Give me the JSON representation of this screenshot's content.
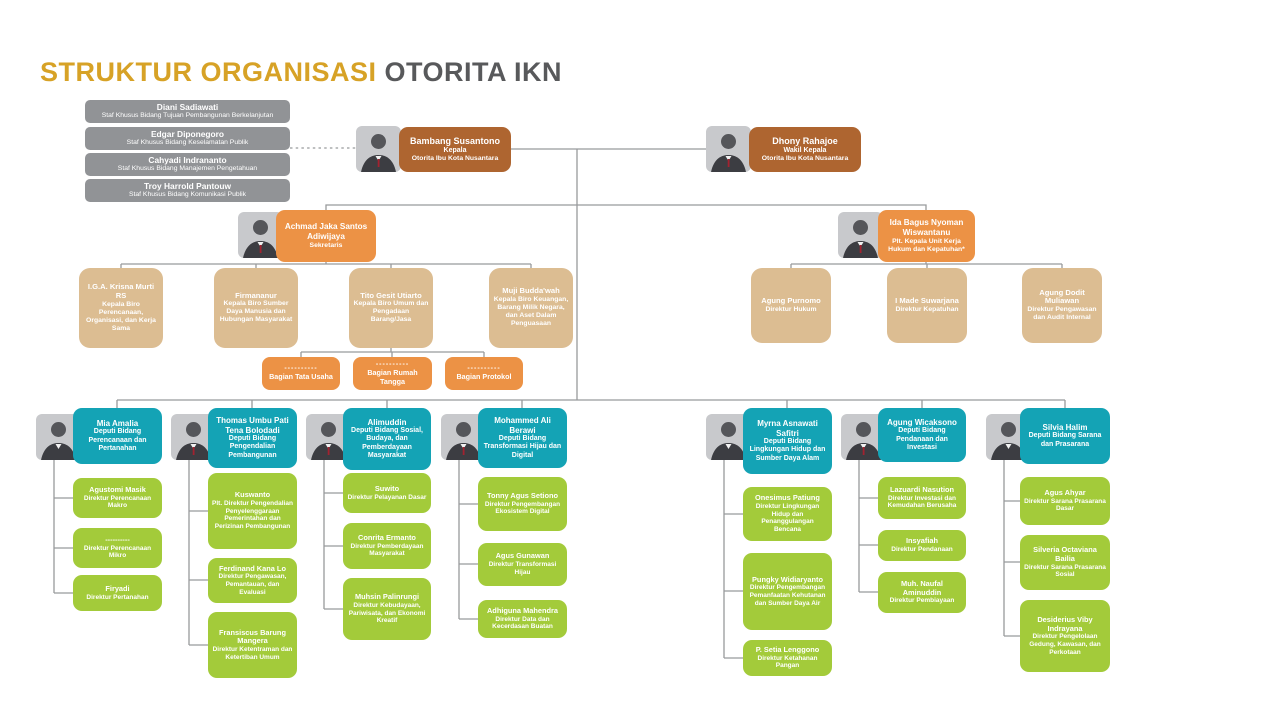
{
  "title": {
    "highlight": "STRUKTUR ORGANISASI",
    "rest": "OTORITA IKN"
  },
  "colors": {
    "title_gold": "#d7a226",
    "title_gray": "#58595b",
    "staff_gray": "#919396",
    "leader_brown": "#ae6530",
    "orange": "#ec9245",
    "tan": "#dcbd92",
    "teal": "#14a3b5",
    "green": "#a3cb3a",
    "line_gray": "#989a9c"
  },
  "staff_khusus": [
    {
      "name": "Diani Sadiawati",
      "title": "Staf Khusus Bidang Tujuan Pembangunan Berkelanjutan"
    },
    {
      "name": "Edgar Diponegoro",
      "title": "Staf Khusus Bidang Keselamatan Publik"
    },
    {
      "name": "Cahyadi Indrananto",
      "title": "Staf Khusus Bidang Manajemen Pengetahuan"
    },
    {
      "name": "Troy Harrold Pantouw",
      "title": "Staf Khusus Bidang Komunikasi Publik"
    }
  ],
  "leadership": [
    {
      "name": "Bambang Susantono",
      "title": "Kepala",
      "org": "Otorita Ibu Kota Nusantara"
    },
    {
      "name": "Dhony Rahajoe",
      "title": "Wakil Kepala",
      "org": "Otorita Ibu Kota Nusantara"
    }
  ],
  "sekretaris": {
    "name": "Achmad Jaka Santos Adiwijaya",
    "title": "Sekretaris"
  },
  "unit_hukum": {
    "name": "Ida Bagus Nyoman Wiswantanu",
    "title": "Plt. Kepala Unit Kerja Hukum dan Kepatuhan*"
  },
  "biro": [
    {
      "name": "I.G.A. Krisna Murti RS",
      "title": "Kepala Biro Perencanaan, Organisasi, dan Kerja Sama"
    },
    {
      "name": "Firmananur",
      "title": "Kepala Biro Sumber Daya Manusia dan Hubungan Masyarakat"
    },
    {
      "name": "Tito Gesit Utiarto",
      "title": "Kepala Biro Umum dan Pengadaan Barang/Jasa"
    },
    {
      "name": "Muji Budda'wah",
      "title": "Kepala Biro Keuangan, Barang Milik Negara, dan Aset Dalam Penguasaan"
    }
  ],
  "bagian": [
    {
      "name": "----------",
      "title": "Bagian Tata Usaha"
    },
    {
      "name": "----------",
      "title": "Bagian Rumah Tangga"
    },
    {
      "name": "----------",
      "title": "Bagian Protokol"
    }
  ],
  "hukum_directors": [
    {
      "name": "Agung Purnomo",
      "title": "Direktur Hukum"
    },
    {
      "name": "I Made Suwarjana",
      "title": "Direktur Kepatuhan"
    },
    {
      "name": "Agung Dodit Muliawan",
      "title": "Direktur Pengawasan dan Audit Internal"
    }
  ],
  "deputies": [
    {
      "name": "Mia Amalia",
      "title": "Deputi Bidang Perencanaan dan Pertanahan",
      "directors": [
        {
          "name": "Agustomi Masik",
          "title": "Direktur Perencanaan Makro"
        },
        {
          "name": "----------",
          "title": "Direktur Perencanaan Mikro"
        },
        {
          "name": "Firyadi",
          "title": "Direktur Pertanahan"
        }
      ]
    },
    {
      "name": "Thomas Umbu Pati Tena Bolodadi",
      "title": "Deputi Bidang Pengendalian Pembangunan",
      "directors": [
        {
          "name": "Kuswanto",
          "title": "Plt. Direktur Pengendalian Penyelenggaraan Pemerintahan dan Perizinan Pembangunan"
        },
        {
          "name": "Ferdinand Kana Lo",
          "title": "Direktur Pengawasan, Pemantauan, dan Evaluasi"
        },
        {
          "name": "Fransiscus Barung Mangera",
          "title": "Direktur Ketentraman dan Ketertiban Umum"
        }
      ]
    },
    {
      "name": "Alimuddin",
      "title": "Deputi Bidang Sosial, Budaya, dan Pemberdayaan Masyarakat",
      "directors": [
        {
          "name": "Suwito",
          "title": "Direktur Pelayanan Dasar"
        },
        {
          "name": "Conrita Ermanto",
          "title": "Direktur Pemberdayaan Masyarakat"
        },
        {
          "name": "Muhsin Palinrungi",
          "title": "Direktur Kebudayaan, Pariwisata, dan Ekonomi Kreatif"
        }
      ]
    },
    {
      "name": "Mohammed Ali Berawi",
      "title": "Deputi Bidang Transformasi Hijau dan Digital",
      "directors": [
        {
          "name": "Tonny Agus Setiono",
          "title": "Direktur Pengembangan Ekosistem Digital"
        },
        {
          "name": "Agus Gunawan",
          "title": "Direktur Transformasi Hijau"
        },
        {
          "name": "Adhiguna Mahendra",
          "title": "Direktur Data dan Kecerdasan Buatan"
        }
      ]
    },
    {
      "name": "Myrna Asnawati Safitri",
      "title": "Deputi Bidang Lingkungan Hidup dan Sumber Daya Alam",
      "directors": [
        {
          "name": "Onesimus Patiung",
          "title": "Direktur Lingkungan Hidup dan Penanggulangan Bencana"
        },
        {
          "name": "Pungky Widiaryanto",
          "title": "Direktur Pengembangan Pemanfaatan Kehutanan dan Sumber Daya Air"
        },
        {
          "name": "P. Setia Lenggono",
          "title": "Direktur Ketahanan Pangan"
        }
      ]
    },
    {
      "name": "Agung Wicaksono",
      "title": "Deputi Bidang Pendanaan dan Investasi",
      "directors": [
        {
          "name": "Lazuardi Nasution",
          "title": "Direktur Investasi dan Kemudahan Berusaha"
        },
        {
          "name": "Insyafiah",
          "title": "Direktur Pendanaan"
        },
        {
          "name": "Muh. Naufal Aminuddin",
          "title": "Direktur Pembiayaan"
        }
      ]
    },
    {
      "name": "Silvia Halim",
      "title": "Deputi Bidang Sarana dan Prasarana",
      "directors": [
        {
          "name": "Agus Ahyar",
          "title": "Direktur Sarana Prasarana Dasar"
        },
        {
          "name": "Silveria Octaviana Bailia",
          "title": "Direktur Sarana Prasarana Sosial"
        },
        {
          "name": "Desiderius Viby Indrayana",
          "title": "Direktur Pengelolaan Gedung, Kawasan, dan Perkotaan"
        }
      ]
    }
  ]
}
